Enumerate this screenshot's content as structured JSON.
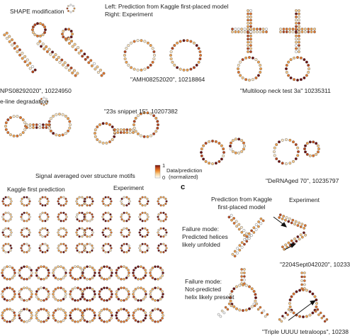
{
  "panel_a": {
    "shape_label": "SHAPE modification",
    "legend_line1": "Left: Prediction from Kaggle first-placed model",
    "legend_line2": "Right: Experiment",
    "cap_nps": "NPS08292020\", 10224950",
    "cap_amh": "\"AMH08252020\", 10218864",
    "cap_multiloop": "\"Multiloop neck test 3a\" 10235311",
    "inline_label": "e-line degradation",
    "cap_23s": "\"23s snippet 15\", 10207382",
    "cap_dernaged": "\"DeRNAged 70\", 10235797"
  },
  "colorbar": {
    "max_label": "1",
    "min_label": "0",
    "title_line1": "Data/prediction",
    "title_line2": "(normalized)",
    "stops": [
      "#ffffff",
      "#f7d49a",
      "#ee8a2d",
      "#c0461a",
      "#6b0f0f"
    ]
  },
  "panel_b": {
    "title": "Signal averaged over structure motifs",
    "left_heading": "Kaggle first prediction",
    "right_heading": "Experiment"
  },
  "panel_c": {
    "letter": "c",
    "heading_pred_line1": "Prediction from Kaggle",
    "heading_pred_line2": "first-placed model",
    "heading_exp": "Experiment",
    "fm1_line1": "Failure mode:",
    "fm1_line2": "Predicted helices",
    "fm1_line3": "likely unfolded",
    "cap_2204": "\"2204Sept042020\", 10233",
    "fm2_line1": "Failure mode:",
    "fm2_line2": "Not-predicted",
    "fm2_line3": "helix likely present",
    "cap_triple": "\"Triple UUUU tetraloops\", 10238"
  }
}
